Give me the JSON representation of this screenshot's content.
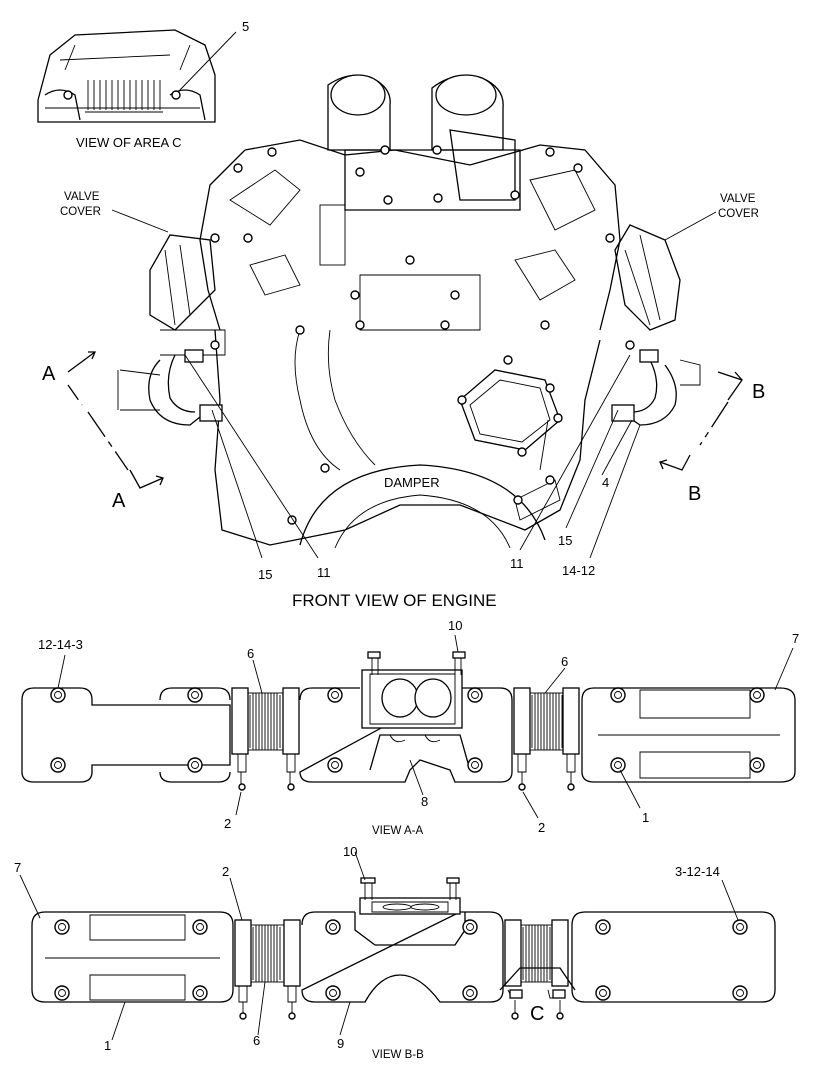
{
  "top_view": {
    "area_c_title": "VIEW OF AREA C",
    "valve_cover_left_1": "VALVE",
    "valve_cover_left_2": "COVER",
    "valve_cover_right_1": "VALVE",
    "valve_cover_right_2": "COVER",
    "damper": "DAMPER",
    "section_a_upper": "A",
    "section_a_lower": "A",
    "section_b_upper": "B",
    "section_b_lower": "B",
    "title": "FRONT VIEW OF ENGINE",
    "callouts": {
      "c5": "5",
      "c15_left": "15",
      "c11_left": "11",
      "c11_right": "11",
      "c15_right": "15",
      "c4": "4",
      "c14_12": "14-12"
    }
  },
  "view_aa": {
    "title": "VIEW A-A",
    "callouts": {
      "c12_14_3": "12-14-3",
      "c6_left": "6",
      "c10": "10",
      "c6_right": "6",
      "c7": "7",
      "c8": "8",
      "c2_left": "2",
      "c2_right": "2",
      "c1": "1"
    }
  },
  "view_bb": {
    "title": "VIEW B-B",
    "callouts": {
      "c7": "7",
      "c2": "2",
      "c10": "10",
      "c3_12_14": "3-12-14",
      "c1": "1",
      "c6": "6",
      "c9": "9",
      "c_marker": "C"
    }
  }
}
